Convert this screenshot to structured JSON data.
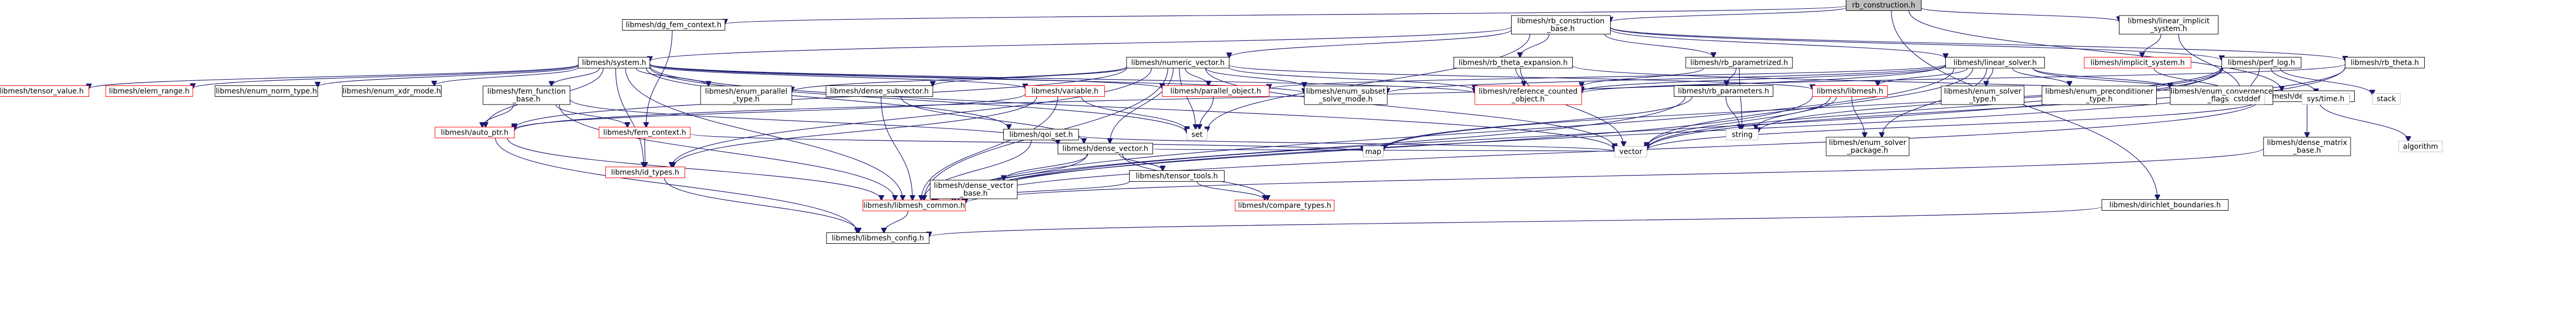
{
  "graph": {
    "colors": {
      "edge": "#191970",
      "node_border": "#000000",
      "root_fill": "#bfbfbf",
      "incomplete_border": "#ff0000",
      "system_border": "#bfbfbf"
    },
    "nodes": [
      {
        "id": "root",
        "label": [
          "rb_construction.h"
        ],
        "style": "root"
      },
      {
        "id": "dg_fem_context",
        "label": [
          "libmesh/dg_fem_context.h"
        ],
        "style": "normal"
      },
      {
        "id": "rb_construction_base",
        "label": [
          "libmesh/rb_construction",
          "_base.h"
        ],
        "style": "normal"
      },
      {
        "id": "linear_implicit_system",
        "label": [
          "libmesh/linear_implicit",
          "_system.h"
        ],
        "style": "normal"
      },
      {
        "id": "dense_matrix",
        "label": [
          "libmesh/dense_matrix.h"
        ],
        "style": "normal"
      },
      {
        "id": "dirichlet_boundaries",
        "label": [
          "libmesh/dirichlet_boundaries.h"
        ],
        "style": "normal"
      },
      {
        "id": "system",
        "label": [
          "libmesh/system.h"
        ],
        "style": "normal"
      },
      {
        "id": "numeric_vector",
        "label": [
          "libmesh/numeric_vector.h"
        ],
        "style": "normal"
      },
      {
        "id": "rb_theta_expansion",
        "label": [
          "libmesh/rb_theta_expansion.h"
        ],
        "style": "normal"
      },
      {
        "id": "rb_parametrized",
        "label": [
          "libmesh/rb_parametrized.h"
        ],
        "style": "normal"
      },
      {
        "id": "linear_solver",
        "label": [
          "libmesh/linear_solver.h"
        ],
        "style": "normal"
      },
      {
        "id": "implicit_system",
        "label": [
          "libmesh/implicit_system.h"
        ],
        "style": "red"
      },
      {
        "id": "perf_log",
        "label": [
          "libmesh/perf_log.h"
        ],
        "style": "normal"
      },
      {
        "id": "rb_theta",
        "label": [
          "libmesh/rb_theta.h"
        ],
        "style": "normal"
      },
      {
        "id": "tensor_value",
        "label": [
          "libmesh/tensor_value.h"
        ],
        "style": "red"
      },
      {
        "id": "elem_range",
        "label": [
          "libmesh/elem_range.h"
        ],
        "style": "red"
      },
      {
        "id": "enum_norm_type",
        "label": [
          "libmesh/enum_norm_type.h"
        ],
        "style": "normal"
      },
      {
        "id": "enum_xdr_mode",
        "label": [
          "libmesh/enum_xdr_mode.h"
        ],
        "style": "normal"
      },
      {
        "id": "fem_function_base",
        "label": [
          "libmesh/fem_function",
          "_base.h"
        ],
        "style": "normal"
      },
      {
        "id": "enum_parallel_type",
        "label": [
          "libmesh/enum_parallel",
          "_type.h"
        ],
        "style": "normal"
      },
      {
        "id": "dense_subvector",
        "label": [
          "libmesh/dense_subvector.h"
        ],
        "style": "normal"
      },
      {
        "id": "variable",
        "label": [
          "libmesh/variable.h"
        ],
        "style": "red"
      },
      {
        "id": "parallel_object",
        "label": [
          "libmesh/parallel_object.h"
        ],
        "style": "red"
      },
      {
        "id": "enum_subset_solve_mode",
        "label": [
          "libmesh/enum_subset",
          "_solve_mode.h"
        ],
        "style": "normal"
      },
      {
        "id": "reference_counted_object",
        "label": [
          "libmesh/reference_counted",
          "_object.h"
        ],
        "style": "red"
      },
      {
        "id": "rb_parameters",
        "label": [
          "libmesh/rb_parameters.h"
        ],
        "style": "normal"
      },
      {
        "id": "libmesh",
        "label": [
          "libmesh/libmesh.h"
        ],
        "style": "red"
      },
      {
        "id": "enum_solver_type",
        "label": [
          "libmesh/enum_solver",
          "_type.h"
        ],
        "style": "normal"
      },
      {
        "id": "enum_preconditioner_type",
        "label": [
          "libmesh/enum_preconditioner",
          "_type.h"
        ],
        "style": "normal"
      },
      {
        "id": "enum_convergence_flags",
        "label": [
          "libmesh/enum_convergence",
          "_flags.h"
        ],
        "style": "normal"
      },
      {
        "id": "cstddef",
        "label": [
          "cstddef"
        ],
        "style": "grey"
      },
      {
        "id": "sys_time",
        "label": [
          "sys/time.h"
        ],
        "style": "grey"
      },
      {
        "id": "stack",
        "label": [
          "stack"
        ],
        "style": "grey"
      },
      {
        "id": "auto_ptr",
        "label": [
          "libmesh/auto_ptr.h"
        ],
        "style": "red"
      },
      {
        "id": "fem_context",
        "label": [
          "libmesh/fem_context.h"
        ],
        "style": "red"
      },
      {
        "id": "qoi_set",
        "label": [
          "libmesh/qoi_set.h"
        ],
        "style": "normal"
      },
      {
        "id": "dense_vector",
        "label": [
          "libmesh/dense_vector.h"
        ],
        "style": "normal"
      },
      {
        "id": "set",
        "label": [
          "set"
        ],
        "style": "grey"
      },
      {
        "id": "string",
        "label": [
          "string"
        ],
        "style": "grey"
      },
      {
        "id": "enum_solver_package",
        "label": [
          "libmesh/enum_solver",
          "_package.h"
        ],
        "style": "normal"
      },
      {
        "id": "map",
        "label": [
          "map"
        ],
        "style": "grey"
      },
      {
        "id": "vector",
        "label": [
          "vector"
        ],
        "style": "grey"
      },
      {
        "id": "dense_matrix_base",
        "label": [
          "libmesh/dense_matrix",
          "_base.h"
        ],
        "style": "normal"
      },
      {
        "id": "algorithm",
        "label": [
          "algorithm"
        ],
        "style": "grey"
      },
      {
        "id": "id_types",
        "label": [
          "libmesh/id_types.h"
        ],
        "style": "red"
      },
      {
        "id": "tensor_tools",
        "label": [
          "libmesh/tensor_tools.h"
        ],
        "style": "normal"
      },
      {
        "id": "dense_vector_base",
        "label": [
          "libmesh/dense_vector",
          "_base.h"
        ],
        "style": "normal"
      },
      {
        "id": "libmesh_common",
        "label": [
          "libmesh/libmesh_common.h"
        ],
        "style": "red"
      },
      {
        "id": "compare_types",
        "label": [
          "libmesh/compare_types.h"
        ],
        "style": "red"
      },
      {
        "id": "libmesh_config",
        "label": [
          "libmesh/libmesh_config.h"
        ],
        "style": "normal"
      }
    ],
    "edges": [
      [
        "root",
        "dg_fem_context"
      ],
      [
        "root",
        "rb_construction_base"
      ],
      [
        "root",
        "linear_implicit_system"
      ],
      [
        "root",
        "dense_matrix"
      ],
      [
        "root",
        "dirichlet_boundaries"
      ],
      [
        "dg_fem_context",
        "fem_context"
      ],
      [
        "rb_construction_base",
        "system"
      ],
      [
        "rb_construction_base",
        "numeric_vector"
      ],
      [
        "rb_construction_base",
        "rb_theta_expansion"
      ],
      [
        "rb_construction_base",
        "rb_parametrized"
      ],
      [
        "rb_construction_base",
        "linear_solver"
      ],
      [
        "rb_construction_base",
        "perf_log"
      ],
      [
        "rb_construction_base",
        "rb_theta"
      ],
      [
        "rb_construction_base",
        "set"
      ],
      [
        "linear_implicit_system",
        "implicit_system"
      ],
      [
        "linear_implicit_system",
        "cstddef"
      ],
      [
        "dense_matrix",
        "dense_matrix_base"
      ],
      [
        "dense_matrix",
        "libmesh_common"
      ],
      [
        "dense_matrix",
        "algorithm"
      ],
      [
        "dense_matrix",
        "vector"
      ],
      [
        "dirichlet_boundaries",
        "libmesh_config"
      ],
      [
        "system",
        "tensor_value"
      ],
      [
        "system",
        "elem_range"
      ],
      [
        "system",
        "enum_norm_type"
      ],
      [
        "system",
        "enum_xdr_mode"
      ],
      [
        "system",
        "fem_function_base"
      ],
      [
        "system",
        "enum_parallel_type"
      ],
      [
        "system",
        "variable"
      ],
      [
        "system",
        "parallel_object"
      ],
      [
        "system",
        "auto_ptr"
      ],
      [
        "system",
        "qoi_set"
      ],
      [
        "system",
        "enum_subset_solve_mode"
      ],
      [
        "system",
        "reference_counted_object"
      ],
      [
        "system",
        "libmesh_common"
      ],
      [
        "system",
        "set"
      ],
      [
        "system",
        "vector"
      ],
      [
        "system",
        "id_types"
      ],
      [
        "numeric_vector",
        "enum_parallel_type"
      ],
      [
        "numeric_vector",
        "dense_subvector"
      ],
      [
        "numeric_vector",
        "parallel_object"
      ],
      [
        "numeric_vector",
        "dense_vector"
      ],
      [
        "numeric_vector",
        "enum_subset_solve_mode"
      ],
      [
        "numeric_vector",
        "reference_counted_object"
      ],
      [
        "numeric_vector",
        "libmesh"
      ],
      [
        "numeric_vector",
        "auto_ptr"
      ],
      [
        "numeric_vector",
        "id_types"
      ],
      [
        "numeric_vector",
        "set"
      ],
      [
        "numeric_vector",
        "vector"
      ],
      [
        "numeric_vector",
        "libmesh_common"
      ],
      [
        "rb_theta_expansion",
        "reference_counted_object"
      ],
      [
        "rb_theta_expansion",
        "vector"
      ],
      [
        "rb_theta_expansion",
        "cstddef"
      ],
      [
        "rb_parametrized",
        "rb_parameters"
      ],
      [
        "rb_parametrized",
        "reference_counted_object"
      ],
      [
        "rb_parametrized",
        "string"
      ],
      [
        "linear_solver",
        "libmesh"
      ],
      [
        "linear_solver",
        "enum_solver_package"
      ],
      [
        "linear_solver",
        "enum_solver_type"
      ],
      [
        "linear_solver",
        "enum_preconditioner_type"
      ],
      [
        "linear_solver",
        "enum_convergence_flags"
      ],
      [
        "linear_solver",
        "enum_subset_solve_mode"
      ],
      [
        "linear_solver",
        "reference_counted_object"
      ],
      [
        "linear_solver",
        "parallel_object"
      ],
      [
        "linear_solver",
        "auto_ptr"
      ],
      [
        "linear_solver",
        "cstddef"
      ],
      [
        "linear_solver",
        "vector"
      ],
      [
        "linear_solver",
        "libmesh_common"
      ],
      [
        "implicit_system",
        "cstddef"
      ],
      [
        "perf_log",
        "libmesh_common"
      ],
      [
        "perf_log",
        "sys_time"
      ],
      [
        "perf_log",
        "stack"
      ],
      [
        "perf_log",
        "map"
      ],
      [
        "perf_log",
        "string"
      ],
      [
        "perf_log",
        "vector"
      ],
      [
        "perf_log",
        "cstddef"
      ],
      [
        "rb_theta",
        "reference_counted_object"
      ],
      [
        "rb_theta",
        "vector"
      ],
      [
        "rb_theta",
        "libmesh_common"
      ],
      [
        "fem_function_base",
        "auto_ptr"
      ],
      [
        "fem_function_base",
        "fem_context"
      ],
      [
        "fem_function_base",
        "dense_vector"
      ],
      [
        "fem_function_base",
        "libmesh_common"
      ],
      [
        "dense_subvector",
        "dense_vector"
      ],
      [
        "dense_subvector",
        "libmesh_common"
      ],
      [
        "variable",
        "auto_ptr"
      ],
      [
        "variable",
        "set"
      ],
      [
        "variable",
        "id_types"
      ],
      [
        "variable",
        "libmesh_common"
      ],
      [
        "parallel_object",
        "set"
      ],
      [
        "rb_parameters",
        "map"
      ],
      [
        "rb_parameters",
        "string"
      ],
      [
        "rb_parameters",
        "libmesh_common"
      ],
      [
        "libmesh",
        "enum_solver_package"
      ],
      [
        "libmesh",
        "string"
      ],
      [
        "libmesh",
        "libmesh_common"
      ],
      [
        "libmesh",
        "vector"
      ],
      [
        "auto_ptr",
        "libmesh_common"
      ],
      [
        "auto_ptr",
        "libmesh_config"
      ],
      [
        "fem_context",
        "id_types"
      ],
      [
        "fem_context",
        "map"
      ],
      [
        "qoi_set",
        "vector"
      ],
      [
        "qoi_set",
        "libmesh_common"
      ],
      [
        "dense_vector",
        "dense_vector_base"
      ],
      [
        "dense_vector",
        "tensor_tools"
      ],
      [
        "dense_vector",
        "compare_types"
      ],
      [
        "dense_vector",
        "vector"
      ],
      [
        "dense_vector",
        "libmesh_common"
      ],
      [
        "dense_matrix_base",
        "libmesh_common"
      ],
      [
        "id_types",
        "libmesh_config"
      ],
      [
        "tensor_tools",
        "libmesh_common"
      ],
      [
        "tensor_tools",
        "compare_types"
      ],
      [
        "dense_vector_base",
        "libmesh_common"
      ],
      [
        "libmesh_common",
        "libmesh_config"
      ]
    ]
  }
}
